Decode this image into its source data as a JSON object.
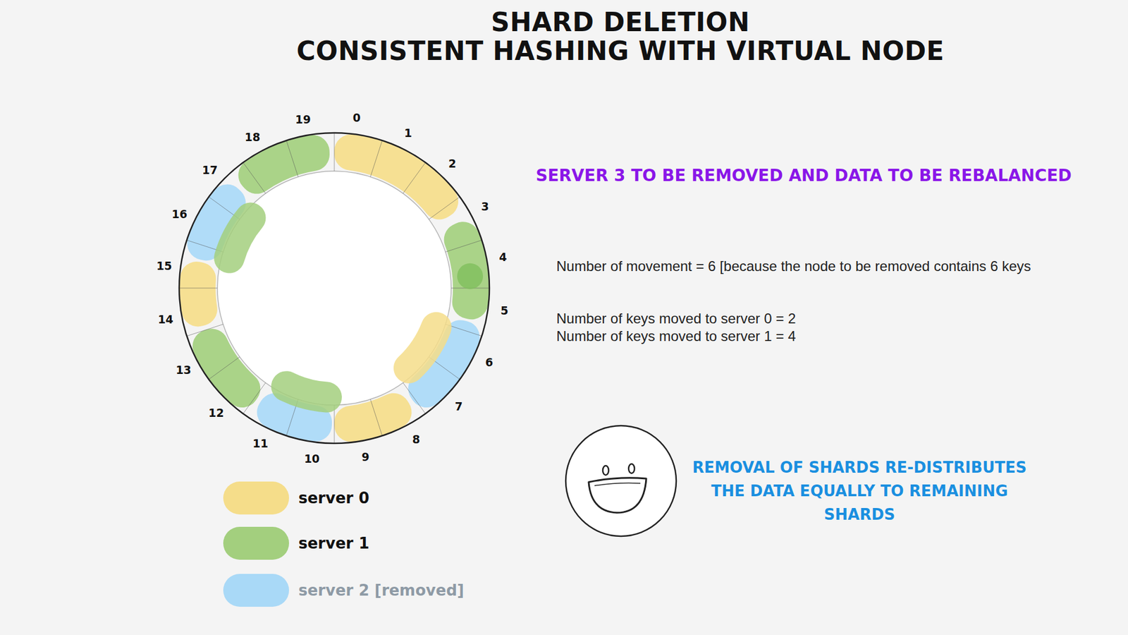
{
  "diagram": {
    "title": "SHARD DELETION",
    "labels": [
      "CONSISTENT HASHING WITH VIRTUAL NODE",
      "0",
      "1",
      "2",
      "3",
      "4",
      "5",
      "6",
      "7",
      "8",
      "9",
      "10",
      "11",
      "12",
      "13",
      "14",
      "15",
      "16",
      "17",
      "18",
      "19",
      "SERVER 3 TO BE REMOVED AND DATA TO BE REBALANCED",
      "Number of movement = 6 [because the node to be removed contains 6 keys",
      "Number of keys moved to server 0 = 2",
      "Number of keys moved to server 1 = 4",
      "REMOVAL OF SHARDS RE-DISTRIBUTES THE DATA EQUALLY TO REMAINING SHARDS"
    ],
    "legend": [
      {
        "text": "server 0",
        "color": "#f5dd8a"
      },
      {
        "text": "server 1",
        "color": "#a3cf7e"
      },
      {
        "text": "server 2 [removed]",
        "color": "#a9d9f7"
      }
    ]
  }
}
